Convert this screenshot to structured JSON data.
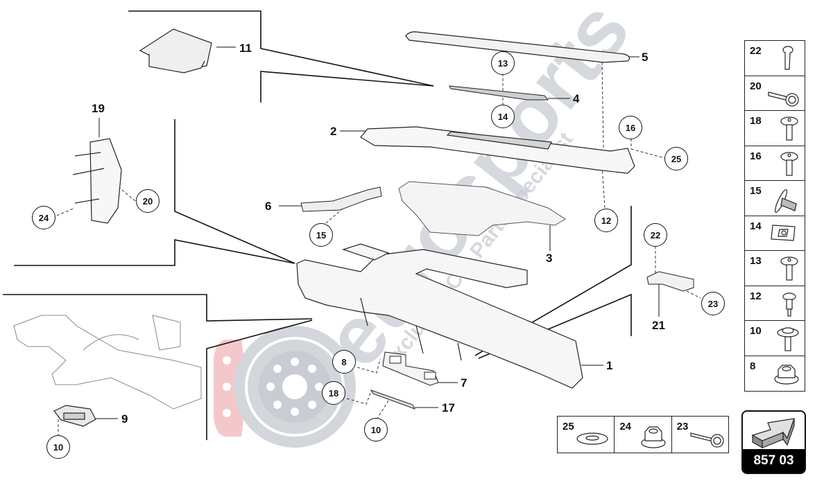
{
  "diagram": {
    "title_code": "857 03",
    "watermark": {
      "brand": "eurosports",
      "tagline": "Exclusive Car Parts specialist",
      "disc_color": "#c8ccd2",
      "pad_color": "#f4c7cb"
    },
    "part_labels": [
      {
        "id": "1",
        "text": "1"
      },
      {
        "id": "2",
        "text": "2"
      },
      {
        "id": "3",
        "text": "3"
      },
      {
        "id": "4",
        "text": "4"
      },
      {
        "id": "5",
        "text": "5"
      },
      {
        "id": "6",
        "text": "6"
      },
      {
        "id": "7",
        "text": "7"
      },
      {
        "id": "9",
        "text": "9"
      },
      {
        "id": "11",
        "text": "11"
      },
      {
        "id": "17",
        "text": "17"
      },
      {
        "id": "19",
        "text": "19"
      },
      {
        "id": "21",
        "text": "21"
      }
    ],
    "callouts": [
      {
        "id": "c13",
        "text": "13"
      },
      {
        "id": "c14",
        "text": "14"
      },
      {
        "id": "c16",
        "text": "16"
      },
      {
        "id": "c25",
        "text": "25"
      },
      {
        "id": "c12",
        "text": "12"
      },
      {
        "id": "c15",
        "text": "15"
      },
      {
        "id": "c20",
        "text": "20"
      },
      {
        "id": "c24",
        "text": "24"
      },
      {
        "id": "c22",
        "text": "22"
      },
      {
        "id": "c23",
        "text": "23"
      },
      {
        "id": "c8",
        "text": "8"
      },
      {
        "id": "c18",
        "text": "18"
      },
      {
        "id": "c10a",
        "text": "10"
      },
      {
        "id": "c10b",
        "text": "10"
      }
    ],
    "hardware_legend_vertical": [
      {
        "num": "22",
        "icon": "torx-bolt-long-icon"
      },
      {
        "num": "20",
        "icon": "flange-bolt-icon"
      },
      {
        "num": "18",
        "icon": "torx-screw-icon"
      },
      {
        "num": "16",
        "icon": "torx-screw-icon"
      },
      {
        "num": "15",
        "icon": "spring-clip-screw-icon"
      },
      {
        "num": "14",
        "icon": "speed-nut-clip-icon"
      },
      {
        "num": "13",
        "icon": "torx-screw-icon"
      },
      {
        "num": "12",
        "icon": "stepped-torx-screw-icon"
      },
      {
        "num": "10",
        "icon": "washer-torx-screw-icon"
      },
      {
        "num": "8",
        "icon": "flange-nut-icon"
      }
    ],
    "hardware_legend_horizontal": [
      {
        "num": "25",
        "icon": "flat-washer-icon"
      },
      {
        "num": "24",
        "icon": "flange-nut-icon"
      },
      {
        "num": "23",
        "icon": "flange-bolt-icon"
      }
    ],
    "nav_icon": "next-page-arrow-icon"
  }
}
